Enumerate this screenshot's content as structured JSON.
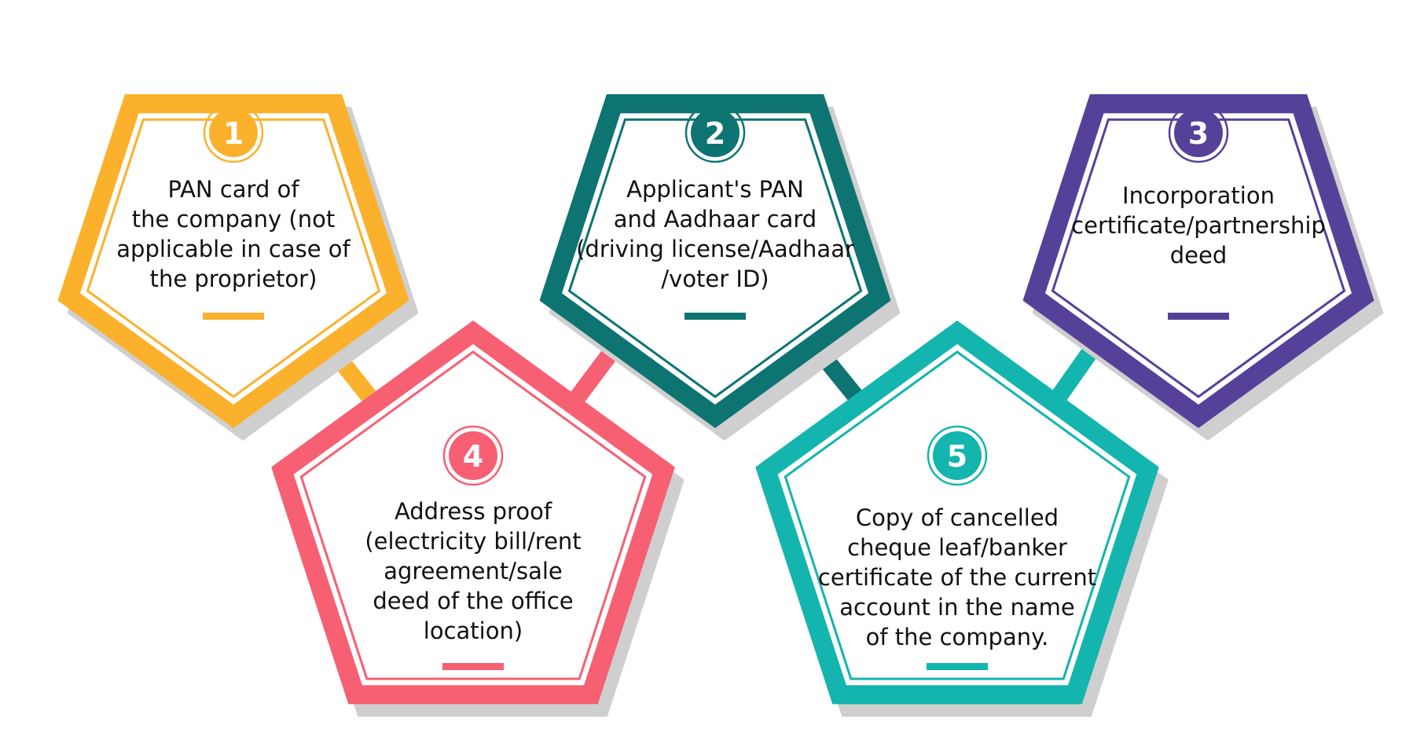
{
  "items": [
    {
      "number": "1",
      "text": "PAN card of\nthe company (not\napplicable in case of\nthe proprietor)",
      "color": "#FBB12C"
    },
    {
      "number": "2",
      "text": "Applicant's PAN\nand Aadhaar card\n(driving license/Aadhaar\n/voter ID)",
      "color": "#0D7472"
    },
    {
      "number": "3",
      "text": "Incorporation\ncertificate/partnership\ndeed",
      "color": "#55409A"
    },
    {
      "number": "4",
      "text": "Address proof\n(electricity bill/rent\nagreement/sale\ndeed of the office\nlocation)",
      "color": "#F75F72"
    },
    {
      "number": "5",
      "text": "Copy of cancelled\ncheque leaf/banker\ncertificate of the current\naccount in the name\nof the company.",
      "color": "#13B5AE"
    }
  ],
  "shadow_color": "#CFCFCF"
}
